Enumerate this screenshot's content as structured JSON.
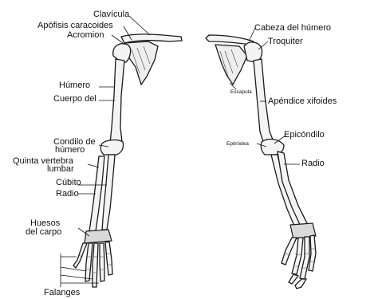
{
  "labels_left": {
    "clavicula": "Clavícula",
    "apofisis": "Apófisis caracoides",
    "acromion": "Acromion",
    "humero": "Húmero",
    "cuerpo_del": "Cuerpo del",
    "condilo_1": "Condilo de",
    "condilo_2": "húmero",
    "quinta_1": "Quinta vertebra",
    "quinta_2": "lumbar",
    "cubito": "Cúbito",
    "radio": "Radio",
    "huesos_1": "Huesos",
    "huesos_2": "del carpo",
    "falanges": "Falanges"
  },
  "labels_right": {
    "cabeza": "Cabeza del húmero",
    "troquiter": "Troquiter",
    "escapula": "Escapula",
    "apendice": "Apéndice xifoides",
    "epicondilo": "Epicóndilo",
    "epitrodea": "Epitródea",
    "radio": "Radio"
  }
}
